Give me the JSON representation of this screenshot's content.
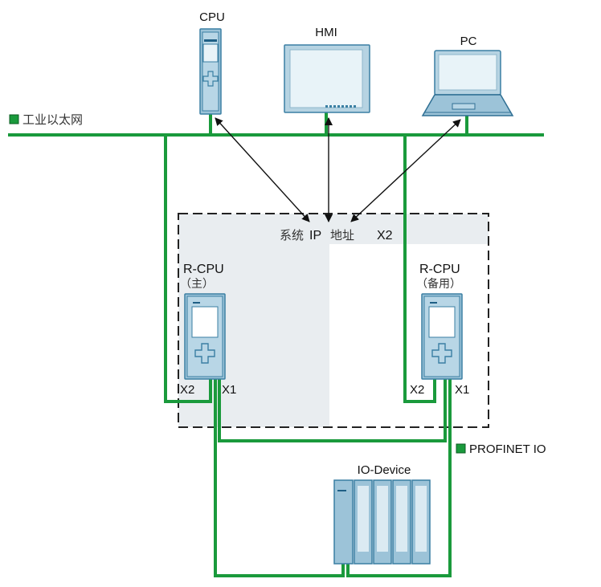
{
  "legend": {
    "industrial_ethernet": "工业以太网",
    "profinet_io": "PROFINET IO",
    "color": "#1a9a3c"
  },
  "devices": {
    "cpu": "CPU",
    "hmi": "HMI",
    "pc": "PC",
    "rcpu_primary": {
      "name": "R-CPU",
      "role": "（主）"
    },
    "rcpu_backup": {
      "name": "R-CPU",
      "role": "（备用）"
    },
    "io_device": "IO-Device"
  },
  "system_ip": {
    "label_cn1": "系统",
    "label_ip": "IP",
    "label_cn2": "地址",
    "label_port": "X2"
  },
  "ports": {
    "primary_x2": "X2",
    "primary_x1": "X1",
    "backup_x2": "X2",
    "backup_x1": "X1"
  },
  "colors": {
    "network": "#1a9a3c",
    "device_fill": "#9cc3d8",
    "device_stroke": "#3a7fa3",
    "system_area": "#e9edf0"
  }
}
